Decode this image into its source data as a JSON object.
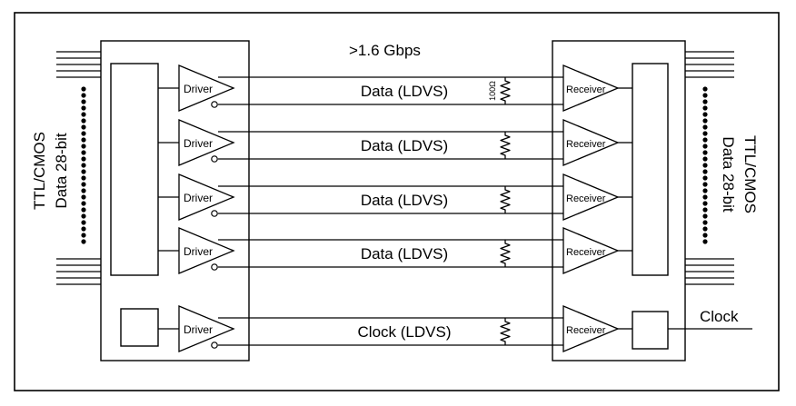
{
  "diagram": {
    "speed_label": ">1.6 Gbps",
    "left_side_label": [
      "TTL/CMOS",
      "Data 28-bit"
    ],
    "right_side_label": [
      "TTL/CMOS",
      "Data 28-bit"
    ],
    "driver_label": "Driver",
    "receiver_label": "Receiver",
    "resistor_label": "100Ω",
    "clock_output_label": "Clock",
    "channels": [
      {
        "label": "Data (LDVS)",
        "type": "data"
      },
      {
        "label": "Data (LDVS)",
        "type": "data"
      },
      {
        "label": "Data (LDVS)",
        "type": "data"
      },
      {
        "label": "Data (LDVS)",
        "type": "data"
      },
      {
        "label": "Clock (LDVS)",
        "type": "clock"
      }
    ]
  }
}
